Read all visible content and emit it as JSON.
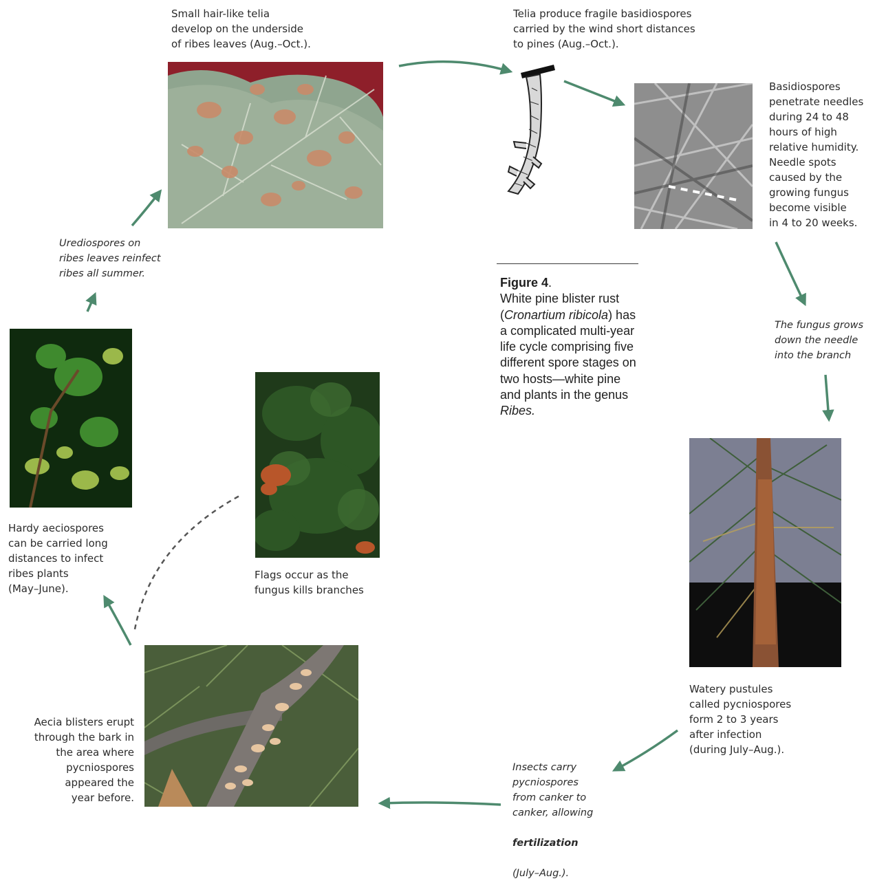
{
  "accent_color": "#4e8a6e",
  "captions": {
    "telia": "Small hair-like telia\ndevelop on the underside\nof ribes leaves (Aug.–Oct.).",
    "basidiospores_produce": "Telia produce fragile basidiospores\ncarried by the wind short distances\nto pines (Aug.–Oct.).",
    "basidiospores_penetrate": "Basidiospores\npenetrate needles\nduring 24 to 48\nhours of high\nrelative humidity.\nNeedle spots\ncaused by the\ngrowing fungus\nbecome visible\nin 4 to 20 weeks.",
    "fungus_grows": "The fungus grows\ndown the needle\ninto the branch",
    "pycniospores": "Watery pustules\ncalled pycniospores\nform 2 to 3 years\nafter infection\n(during July–Aug.).",
    "insects_1": "Insects carry\npycniospores\nfrom canker to\ncanker, allowing",
    "insects_bold": "fertilization",
    "insects_2": "(July–Aug.).",
    "aecia": "Aecia blisters erupt\nthrough the bark in\nthe area where\npycniospores\nappeared the\nyear before.",
    "flags": "Flags occur as the\nfungus kills branches",
    "aeciospores": "Hardy aeciospores\ncan be carried long\ndistances to infect\nribes plants\n(May–June).",
    "urediospores": "Urediospores on\nribes leaves reinfect\nribes all summer."
  },
  "figure": {
    "label": "Figure 4",
    "label_period": ".",
    "text_1": "White pine blister rust (",
    "species": "Cronartium ribicola",
    "text_2": ") has a complicated multi-year life cycle comprising five different spore stages on two hosts—white pine and plants in the genus ",
    "genus": "Ribes."
  }
}
